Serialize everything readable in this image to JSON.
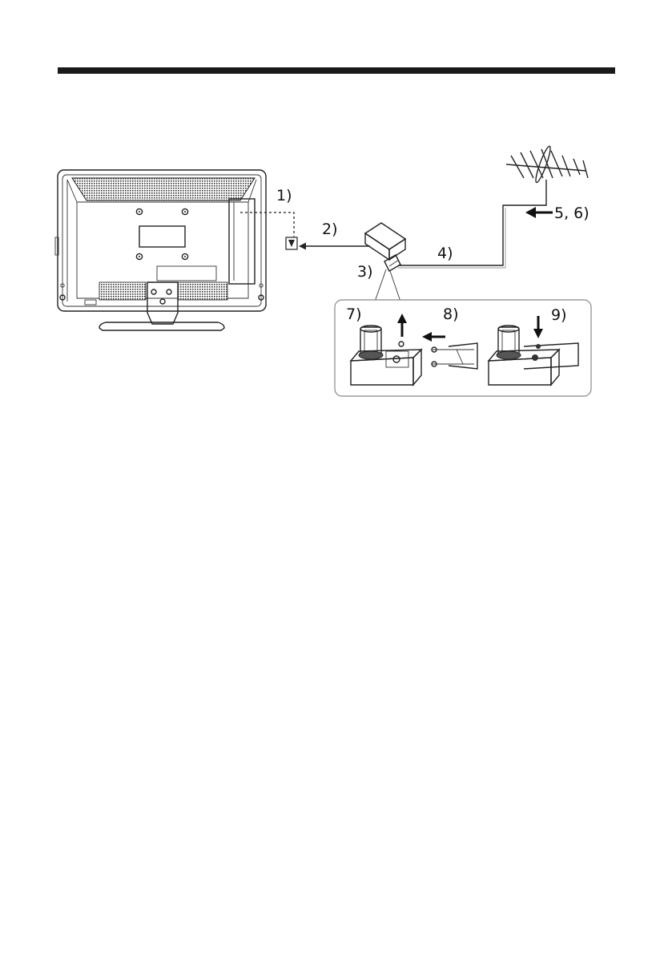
{
  "steps": [
    {
      "id": "1",
      "label": "1)"
    },
    {
      "id": "2",
      "label": "2)"
    },
    {
      "id": "3",
      "label": "3)"
    },
    {
      "id": "4",
      "label": "4)"
    },
    {
      "id": "5_6",
      "label": "5, 6)"
    },
    {
      "id": "7",
      "label": "7)"
    },
    {
      "id": "8",
      "label": "8)"
    },
    {
      "id": "9",
      "label": "9)"
    }
  ],
  "colors": {
    "rule": "#1a1a1a",
    "line": "#222222",
    "panel_stroke": "#888888"
  }
}
